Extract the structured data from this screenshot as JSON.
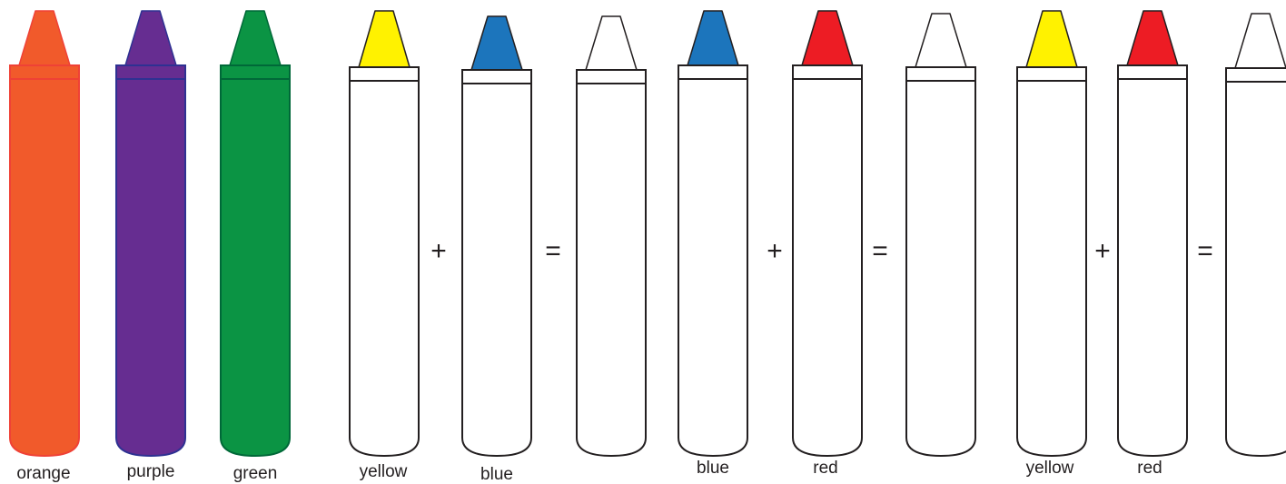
{
  "crayons": [
    {
      "name": "orange-crayon",
      "fill": "#f15a2b",
      "tip": "#f15a2b",
      "stroke": "#ef4136",
      "label": "orange"
    },
    {
      "name": "purple-crayon",
      "fill": "#662d91",
      "tip": "#662d91",
      "stroke": "#2e3192",
      "label": "purple"
    },
    {
      "name": "green-crayon",
      "fill": "#0b9444",
      "tip": "#0b9444",
      "stroke": "#006838",
      "label": "green"
    },
    {
      "name": "yellow-crayon-1",
      "fill": "#ffffff",
      "tip": "#fff200",
      "stroke": "#231f20",
      "label": "yellow"
    },
    {
      "name": "blue-crayon-1",
      "fill": "#ffffff",
      "tip": "#1c75bc",
      "stroke": "#231f20",
      "label": "blue"
    },
    {
      "name": "result-crayon-1",
      "fill": "#ffffff",
      "tip": "#ffffff",
      "stroke": "#231f20",
      "label": ""
    },
    {
      "name": "blue-crayon-2",
      "fill": "#ffffff",
      "tip": "#1c75bc",
      "stroke": "#231f20",
      "label": "blue"
    },
    {
      "name": "red-crayon-1",
      "fill": "#ffffff",
      "tip": "#ed1c24",
      "stroke": "#231f20",
      "label": "red"
    },
    {
      "name": "result-crayon-2",
      "fill": "#ffffff",
      "tip": "#ffffff",
      "stroke": "#231f20",
      "label": ""
    },
    {
      "name": "yellow-crayon-2",
      "fill": "#ffffff",
      "tip": "#fff200",
      "stroke": "#231f20",
      "label": "yellow"
    },
    {
      "name": "red-crayon-2",
      "fill": "#ffffff",
      "tip": "#ed1c24",
      "stroke": "#231f20",
      "label": "red"
    },
    {
      "name": "result-crayon-3",
      "fill": "#ffffff",
      "tip": "#ffffff",
      "stroke": "#231f20",
      "label": ""
    }
  ],
  "operators": {
    "plus_1": "+",
    "equals_1": "=",
    "plus_2": "+",
    "equals_2": "=",
    "plus_3": "+",
    "equals_3": "="
  }
}
